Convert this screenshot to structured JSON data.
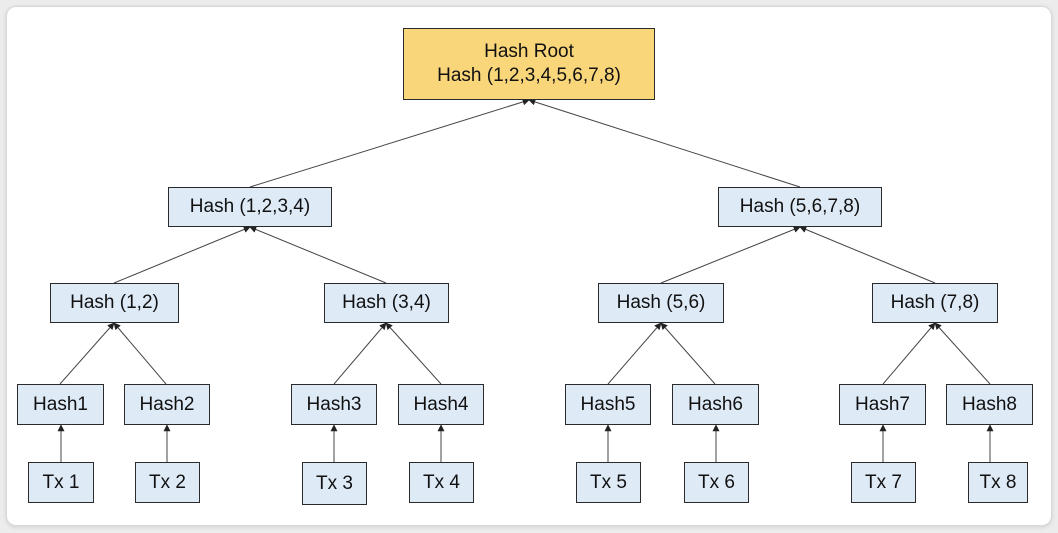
{
  "diagram": {
    "root": {
      "line1": "Hash Root",
      "line2": "Hash (1,2,3,4,5,6,7,8)"
    },
    "level1": [
      "Hash (1,2,3,4)",
      "Hash (5,6,7,8)"
    ],
    "level2": [
      "Hash (1,2)",
      "Hash (3,4)",
      "Hash (5,6)",
      "Hash (7,8)"
    ],
    "leaf_hashes": [
      "Hash1",
      "Hash2",
      "Hash3",
      "Hash4",
      "Hash5",
      "Hash6",
      "Hash7",
      "Hash8"
    ],
    "transactions": [
      "Tx 1",
      "Tx 2",
      "Tx 3",
      "Tx 4",
      "Tx 5",
      "Tx 6",
      "Tx 7",
      "Tx 8"
    ],
    "colors": {
      "root_fill": "#fad67a",
      "node_fill": "#dfeaf7",
      "border": "#2b2b2b",
      "edge": "#444444"
    }
  }
}
